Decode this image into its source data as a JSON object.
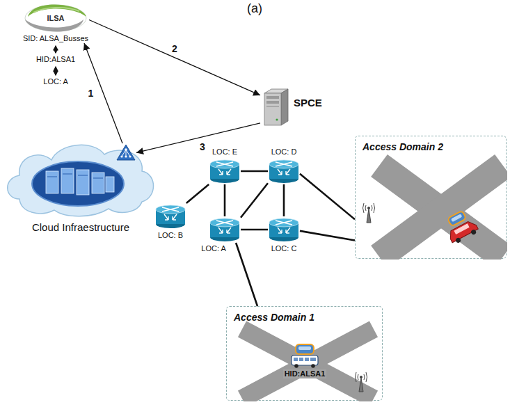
{
  "diagram": {
    "nodes": [
      {
        "text": [
          "ILSA",
          "SID: ALSA_Busses"
        ]
      },
      {
        "text": [
          "SPCE"
        ]
      },
      {
        "text": [
          "Cloud Infraestructure"
        ]
      },
      {
        "text": [
          "LOC: E"
        ]
      },
      {
        "text": [
          "LOC: D"
        ]
      },
      {
        "text": [
          "LOC: B"
        ]
      },
      {
        "text": [
          "LOC: A"
        ]
      },
      {
        "text": [
          "LOC: C"
        ]
      },
      {
        "text": [
          "Access Domain 2"
        ]
      },
      {
        "text": [
          "Access Domain 1"
        ]
      },
      {
        "text": [
          "HID:ALSA1"
        ],
        "in": 9
      }
    ],
    "edges": [
      {
        "from": 2,
        "to": 0,
        "label": "1",
        "arrow": "to"
      },
      {
        "from": 0,
        "to": 1,
        "label": "2",
        "arrow": "to"
      },
      {
        "from": 1,
        "to": 2,
        "label": "3",
        "arrow": "to"
      },
      {
        "from": 5,
        "to": 3,
        "arrow": "none"
      },
      {
        "from": 3,
        "to": 4,
        "arrow": "none"
      },
      {
        "from": 3,
        "to": 6,
        "arrow": "none"
      },
      {
        "from": 6,
        "to": 4,
        "arrow": "none"
      },
      {
        "from": 6,
        "to": 7,
        "arrow": "none"
      },
      {
        "from": 4,
        "to": 7,
        "arrow": "none"
      },
      {
        "from": 4,
        "to": 8,
        "arrow": "none"
      },
      {
        "from": 7,
        "to": 8,
        "arrow": "none"
      },
      {
        "from": 6,
        "to": 9,
        "arrow": "none"
      }
    ],
    "labels": [
      "(a)",
      "HID:ALSA1",
      "LOC: A"
    ]
  }
}
